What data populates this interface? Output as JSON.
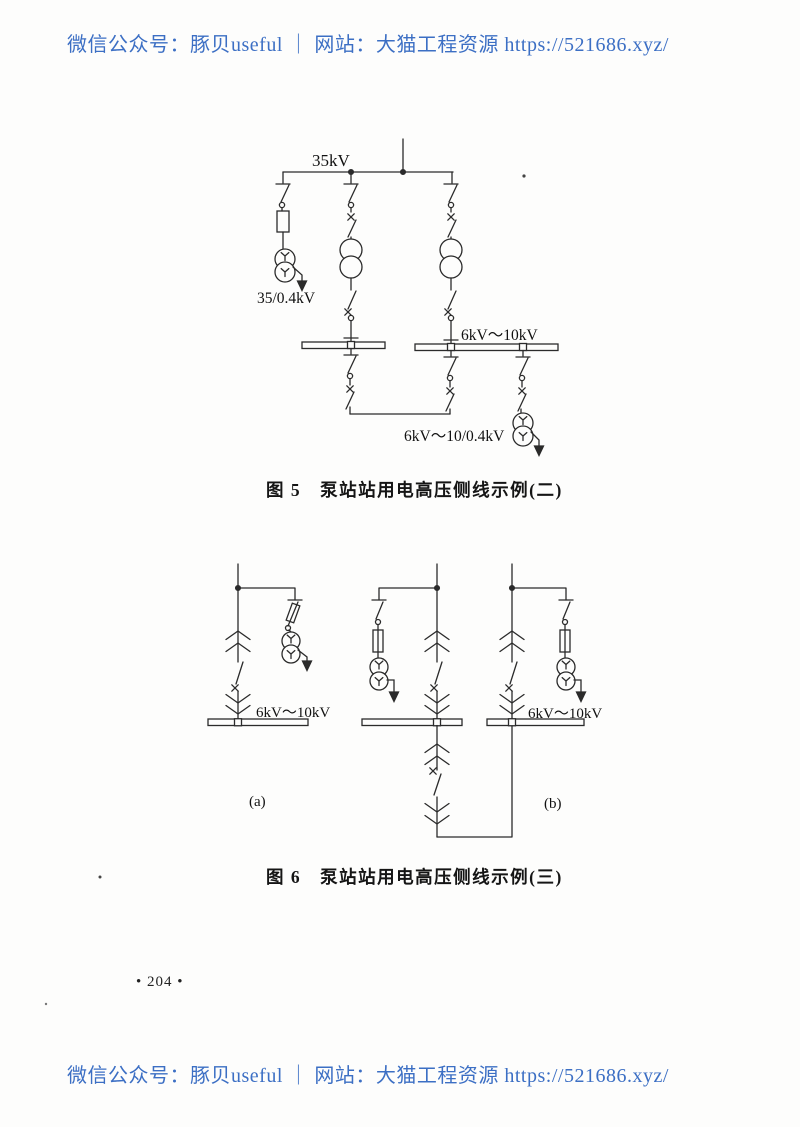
{
  "banner": {
    "text": "微信公众号：豚贝useful ｜ 网站：大猫工程资源 https://521686.xyz/",
    "color": "#3c6fc4"
  },
  "page_number": "•  204  •",
  "figure5": {
    "caption": "图 5　泵站站用电高压侧线示例(二)",
    "incoming_voltage": "35kV",
    "station_transformer_label": "35/0.4kV",
    "lv_bus_label": "6kV～10kV",
    "lv_station_transformer_label": "6kV～10/0.4kV"
  },
  "figure6": {
    "caption": "图 6　泵站站用电高压侧线示例(三)",
    "bus_label_a": "6kV～10kV",
    "bus_label_b": "6kV～10kV",
    "sublabel_a": "(a)",
    "sublabel_b": "(b)"
  }
}
